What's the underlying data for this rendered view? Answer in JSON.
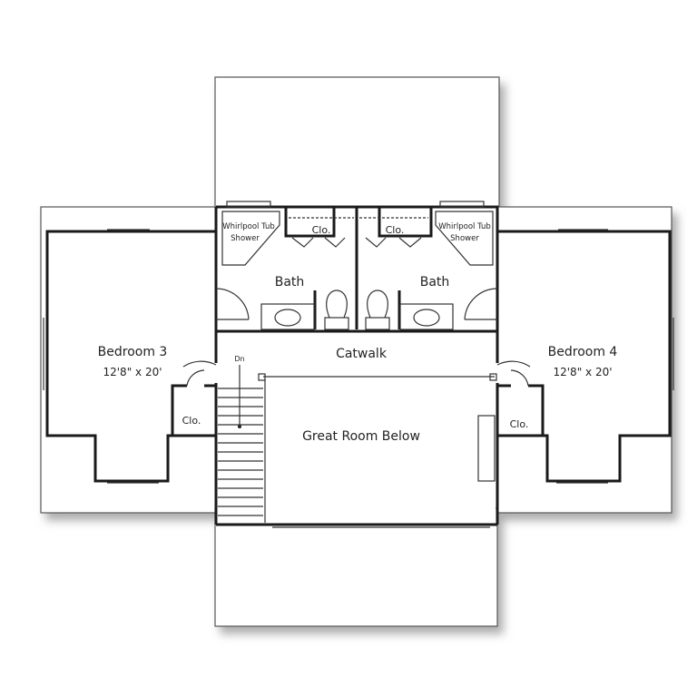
{
  "labels": {
    "bedroom3": "Bedroom 3",
    "bedroom3_size": "12'8\" x 20'",
    "bedroom4": "Bedroom 4",
    "bedroom4_size": "12'8\" x 20'",
    "bath_left": "Bath",
    "bath_right": "Bath",
    "clo_top_left": "Clo.",
    "clo_top_right": "Clo.",
    "clo_left": "Clo.",
    "clo_right": "Clo.",
    "tub_left_1": "Whirlpool Tub",
    "tub_left_2": "Shower",
    "tub_right_1": "Whirlpool Tub",
    "tub_right_2": "Shower",
    "catwalk": "Catwalk",
    "stairs_dn": "Dn",
    "great_room": "Great Room Below"
  },
  "colors": {
    "line": "#1a1a1a",
    "shadow": "#888888",
    "background": "#ffffff"
  }
}
